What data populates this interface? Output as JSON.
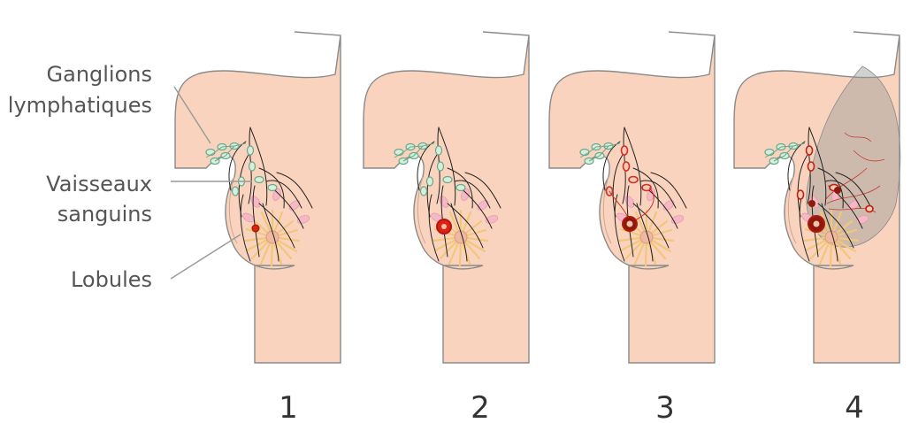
{
  "labels": {
    "ganglions_line1": "Ganglions",
    "ganglions_line2": "lymphatiques",
    "vaisseaux_line1": "Vaisseaux",
    "vaisseaux_line2": "sanguins",
    "lobules": "Lobules"
  },
  "stages": [
    {
      "number": "1"
    },
    {
      "number": "2"
    },
    {
      "number": "3"
    },
    {
      "number": "4"
    }
  ],
  "colors": {
    "skin": "#f9d3bd",
    "outline": "#8a8a8a",
    "node_fill": "#d8eedd",
    "node_stroke": "#6aa98a",
    "vessel": "#222222",
    "lobule": "#f2c77a",
    "lobule_pink": "#f5b8c7",
    "tumor": "#e02010",
    "tumor_dark": "#8b1a0a",
    "invasion": "#9a9a9a"
  }
}
